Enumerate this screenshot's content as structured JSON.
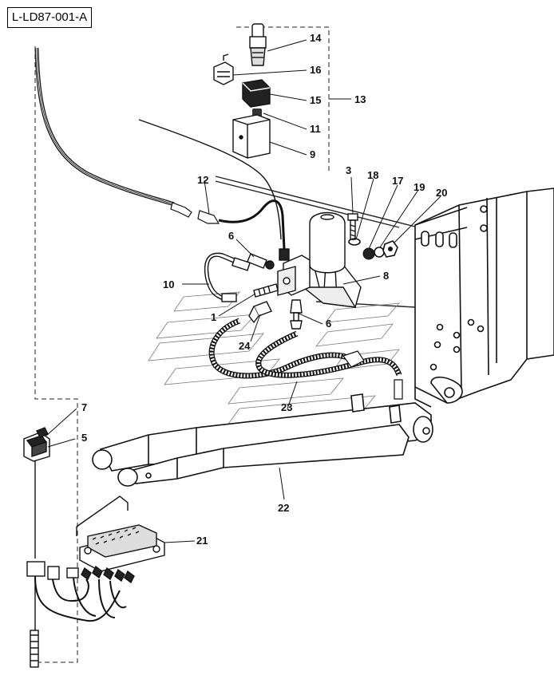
{
  "drawing_ref": "L-LD87-001-A",
  "callouts": [
    "14",
    "16",
    "15",
    "13",
    "11",
    "9",
    "3",
    "18",
    "17",
    "19",
    "20",
    "12",
    "6",
    "8",
    "10",
    "1",
    "6",
    "24",
    "23",
    "7",
    "5",
    "22",
    "21"
  ]
}
